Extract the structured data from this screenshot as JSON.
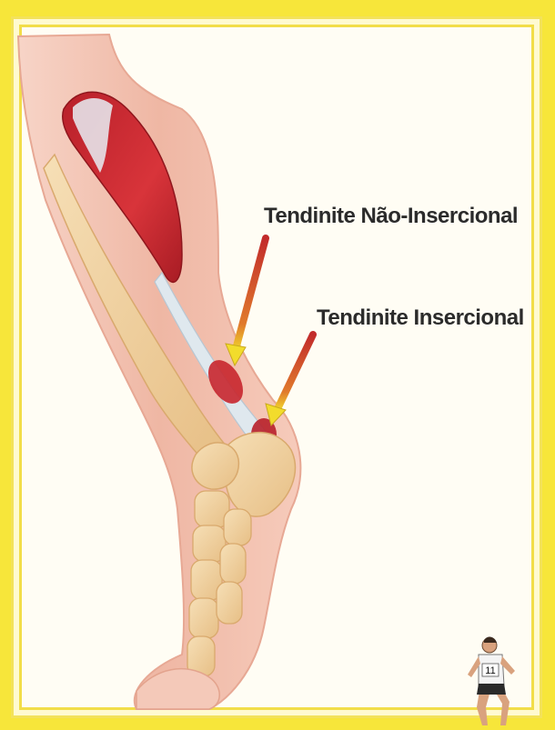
{
  "labels": {
    "non_insertional": "Tendinite Não-Insercional",
    "insertional": "Tendinite Insercional"
  },
  "runner": {
    "bib_number": "11"
  },
  "colors": {
    "background": "#f7e63a",
    "frame_inner": "#fffdf4",
    "skin": "#efb7a4",
    "muscle": "#c8262d",
    "tendon": "#dfe8ee",
    "bone": "#f2d2a0",
    "arrow_start": "#c22b2b",
    "arrow_end": "#f2dc2c",
    "text": "#2b2b2b"
  },
  "icons": [
    "leg-anatomy-illustration",
    "arrow-icon",
    "runner-icon"
  ]
}
